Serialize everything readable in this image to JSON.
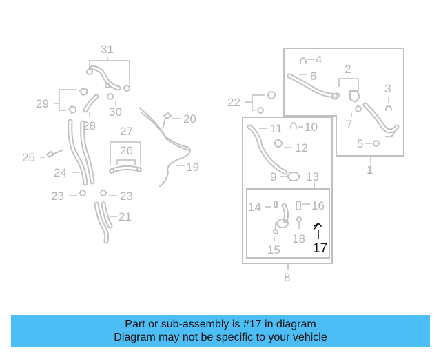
{
  "callouts": {
    "c1": "1",
    "c2": "2",
    "c3": "3",
    "c4": "4",
    "c5": "5",
    "c6": "6",
    "c7": "7",
    "c8": "8",
    "c9": "9",
    "c10": "10",
    "c11": "11",
    "c12": "12",
    "c13": "13",
    "c14": "14",
    "c15": "15",
    "c16": "16",
    "c17": "17",
    "c18": "18",
    "c19": "19",
    "c20": "20",
    "c21": "21",
    "c22": "22",
    "c23a": "23",
    "c23b": "23",
    "c24": "24",
    "c25": "25",
    "c26": "26",
    "c27": "27",
    "c28": "28",
    "c29": "29",
    "c30": "30",
    "c31": "31"
  },
  "highlighted_part": "17",
  "colors": {
    "banner": "#4dbdf5",
    "part_line": "#c2c2c2",
    "highlight": "#111111"
  },
  "banner": {
    "line1": "Part or sub-assembly is #17 in diagram",
    "line2": "Diagram may not be specific to your vehicle"
  }
}
